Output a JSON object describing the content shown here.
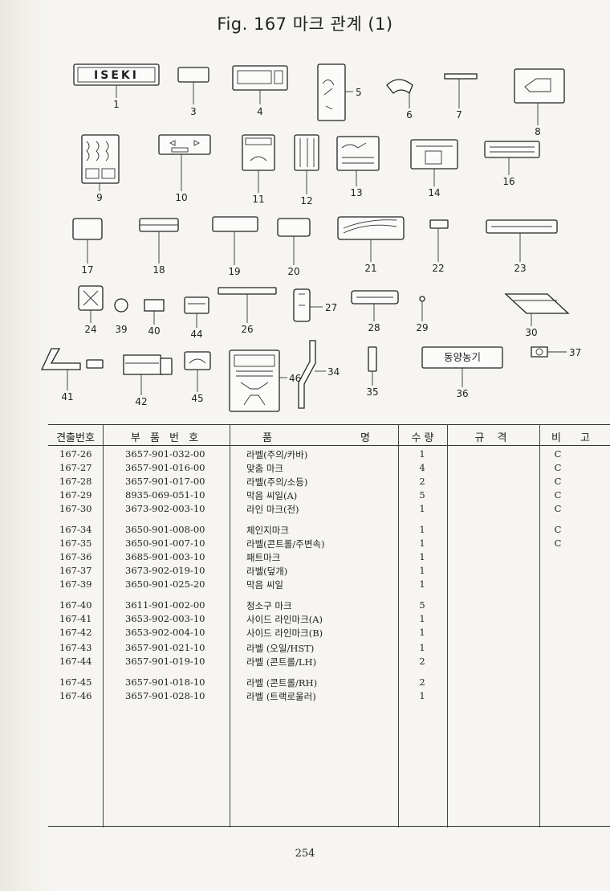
{
  "title": "Fig. 167  마크 관계 (1)",
  "callouts": [
    "1",
    "3",
    "4",
    "5",
    "6",
    "7",
    "8",
    "9",
    "10",
    "11",
    "12",
    "13",
    "14",
    "16",
    "17",
    "18",
    "19",
    "20",
    "21",
    "22",
    "23",
    "24",
    "39",
    "40",
    "44",
    "26",
    "27",
    "28",
    "29",
    "30",
    "41",
    "42",
    "45",
    "46",
    "34",
    "35",
    "36",
    "37"
  ],
  "label_36_text": "동양농기",
  "label_1_text": "ISEKI",
  "table": {
    "headers": {
      "ref": "견출번호",
      "part": "부 품 번 호",
      "name_a": "품",
      "name_b": "명",
      "qty": "수 량",
      "spec": "규 격",
      "note": "비 고"
    },
    "rows": [
      {
        "ref": "167-26",
        "part": "3657-901-032-00",
        "name": "라벨(주의/카바)",
        "qty": "1",
        "note": "C"
      },
      {
        "ref": "167-27",
        "part": "3657-901-016-00",
        "name": "맞춤 마크",
        "qty": "4",
        "note": "C"
      },
      {
        "ref": "167-28",
        "part": "3657-901-017-00",
        "name": "라벨(주의/소등)",
        "qty": "2",
        "note": "C"
      },
      {
        "ref": "167-29",
        "part": "8935-069-051-10",
        "name": "막음 씨일(A)",
        "qty": "5",
        "note": "C"
      },
      {
        "ref": "167-30",
        "part": "3673-902-003-10",
        "name": "라인 마크(전)",
        "qty": "1",
        "note": "C"
      },
      {
        "ref": "167-34",
        "part": "3650-901-008-00",
        "name": "체인지마크",
        "qty": "1",
        "note": "C"
      },
      {
        "ref": "167-35",
        "part": "3650-901-007-10",
        "name": "라벨(콘트롤/주변속)",
        "qty": "1",
        "note": "C"
      },
      {
        "ref": "167-36",
        "part": "3685-901-003-10",
        "name": "패트마크",
        "qty": "1",
        "note": ""
      },
      {
        "ref": "167-37",
        "part": "3673-902-019-10",
        "name": "라벨(덮개)",
        "qty": "1",
        "note": ""
      },
      {
        "ref": "167-39",
        "part": "3650-901-025-20",
        "name": "막음 씨일",
        "qty": "1",
        "note": ""
      },
      {
        "ref": "167-40",
        "part": "3611-901-002-00",
        "name": "청소구 마크",
        "qty": "5",
        "note": ""
      },
      {
        "ref": "167-41",
        "part": "3653-902-003-10",
        "name": "사이드 라인마크(A)",
        "qty": "1",
        "note": ""
      },
      {
        "ref": "167-42",
        "part": "3653-902-004-10",
        "name": "사이드 라인마크(B)",
        "qty": "1",
        "note": ""
      },
      {
        "ref": "167-43",
        "part": "3657-901-021-10",
        "name": "라벨 (오일/HST)",
        "qty": "1",
        "note": ""
      },
      {
        "ref": "167-44",
        "part": "3657-901-019-10",
        "name": "라벨 (콘트롤/LH)",
        "qty": "2",
        "note": ""
      },
      {
        "ref": "167-45",
        "part": "3657-901-018-10",
        "name": "라벨 (콘트롤/RH)",
        "qty": "2",
        "note": ""
      },
      {
        "ref": "167-46",
        "part": "3657-901-028-10",
        "name": "라벨 (트랙로울러)",
        "qty": "1",
        "note": ""
      }
    ]
  },
  "page_number": "254"
}
